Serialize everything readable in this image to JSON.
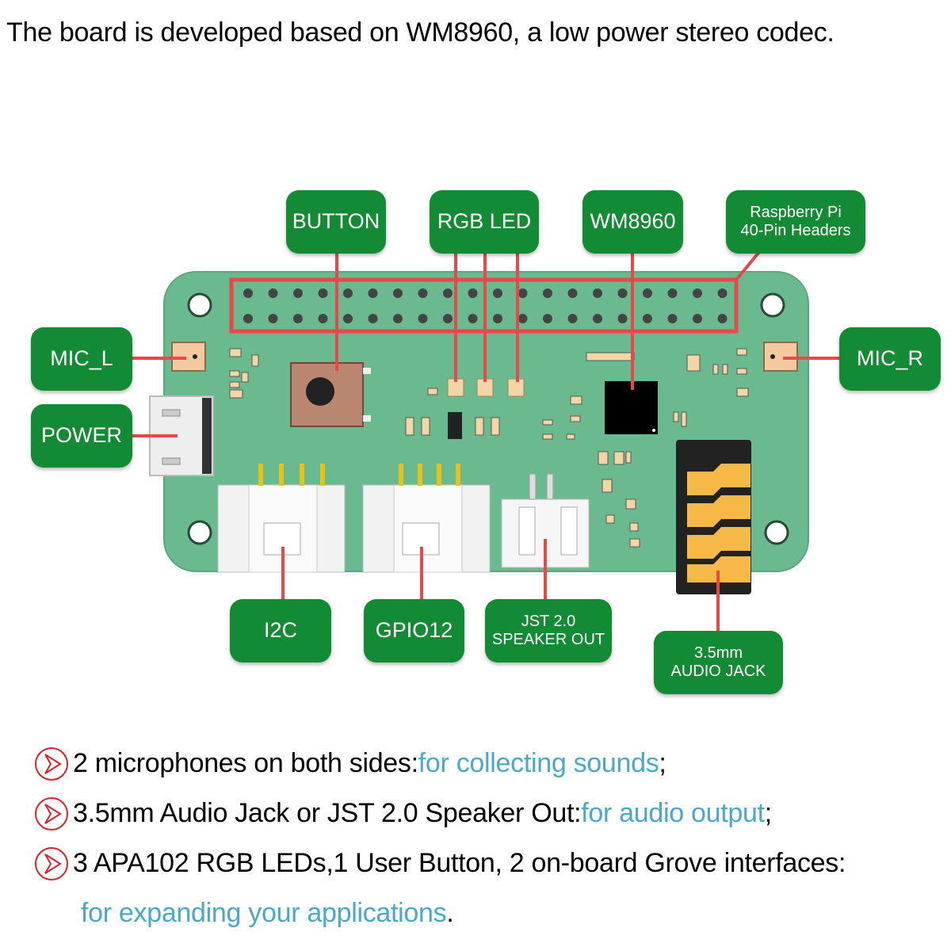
{
  "headline": "The board is developed based on WM8960, a low power stereo codec.",
  "callouts": {
    "button": "BUTTON",
    "rgb_led": "RGB LED",
    "wm8960": "WM8960",
    "pi_headers_line1": "Raspberry Pi",
    "pi_headers_line2": "40-Pin Headers",
    "mic_l": "MIC_L",
    "mic_r": "MIC_R",
    "power": "POWER",
    "i2c": "I2C",
    "gpio12": "GPIO12",
    "jst_line1": "JST 2.0",
    "jst_line2": "SPEAKER OUT",
    "jack_line1": "3.5mm",
    "jack_line2": "AUDIO JACK"
  },
  "colors": {
    "callout_green": "#138a34",
    "board_green": "#6bba8f",
    "leader_red": "#e8474b",
    "highlight_blue": "#4aa8c8",
    "bullet_red": "#d9232a"
  },
  "bullets": [
    {
      "icon": "red-circle-arrow-icon",
      "text": "2 microphones on both sides: ",
      "highlight": "for collecting sounds",
      "end": ";"
    },
    {
      "icon": "red-circle-arrow-icon",
      "text": "3.5mm Audio Jack or JST 2.0 Speaker Out: ",
      "highlight": "for audio output",
      "end": ";"
    },
    {
      "icon": "red-circle-arrow-icon",
      "text": "3 APA102 RGB LEDs,1 User Button, 2 on-board Grove interfaces:",
      "highlight": "",
      "end": ""
    }
  ],
  "bullet_continuation": {
    "highlight": "for expanding your applications",
    "end": "."
  }
}
